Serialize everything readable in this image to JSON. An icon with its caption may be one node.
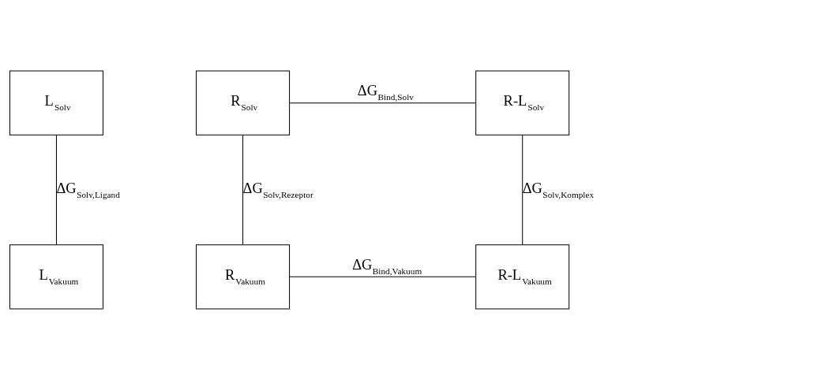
{
  "diagram": {
    "nodes": [
      {
        "text": [
          "L$_{Solv}$"
        ]
      },
      {
        "text": [
          "R$_{Solv}$"
        ]
      },
      {
        "text": [
          "R-L$_{Solv}$"
        ]
      },
      {
        "text": [
          "L$_{Vakuum}$"
        ]
      },
      {
        "text": [
          "R$_{Vakuum}$"
        ]
      },
      {
        "text": [
          "R-L$_{Vakuum}$"
        ]
      }
    ],
    "edges": [
      {
        "from": 1,
        "to": 2,
        "arrow": "none",
        "label": "ΔG$_{Bind,Solv}$"
      },
      {
        "from": 0,
        "to": 3,
        "arrow": "none",
        "label": "ΔG$_{Solv,Ligand}$"
      },
      {
        "from": 1,
        "to": 4,
        "arrow": "none",
        "label": "ΔG$_{Solv,Rezeptor}$"
      },
      {
        "from": 2,
        "to": 5,
        "arrow": "none",
        "label": "ΔG$_{Solv,Komplex}$"
      },
      {
        "from": 4,
        "to": 5,
        "arrow": "none",
        "label": "ΔG$_{Bind,Vakuum}$"
      }
    ]
  }
}
